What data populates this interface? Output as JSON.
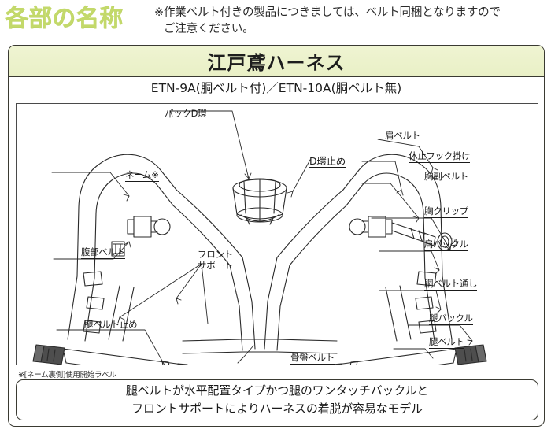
{
  "header": {
    "section_title": "各部の名称",
    "note_line1": "※作業ベルト付きの製品につきましては、ベルト同梱となりますので",
    "note_line2": "ご注意ください。"
  },
  "panel": {
    "title": "江戸鳶ハーネス",
    "model_line": "ETN-9A(胴ベルト付)／ETN-10A(胴ベルト無)"
  },
  "labels": {
    "back_d_ring": "バックD環",
    "name": "ネーム※",
    "d_ring_stopper": "D環止め",
    "shoulder_belt": "肩ベルト",
    "rest_hook_hanger": "休止フック掛け",
    "chest_sub_belt": "胸副ベルト",
    "chest_clip": "胸クリップ",
    "shoulder_buckle": "肩バックル",
    "torso_belt_loop": "胴ベルト通し",
    "thigh_buckle": "腿バックル",
    "thigh_belt": "腿ベルト",
    "abdominal_belt": "腹部ベルト",
    "front_support_l1": "フロント",
    "front_support_l2": "サポート",
    "thigh_belt_stopper": "腿ベルト止め",
    "pelvic_belt": "骨盤ベルト"
  },
  "footnote": "※[ネーム裏側]使用開始ラベル",
  "bottom_box": {
    "line1": "腿ベルトが水平配置タイプかつ腿のワンタッチバックルと",
    "line2": "フロントサポートによりハーネスの着脱が容易なモデル"
  },
  "colors": {
    "accent_green": "#c3d96a",
    "band_green": "#eff4d2",
    "border_dark": "#3a3a32",
    "line_ink": "#2a2a2a"
  }
}
